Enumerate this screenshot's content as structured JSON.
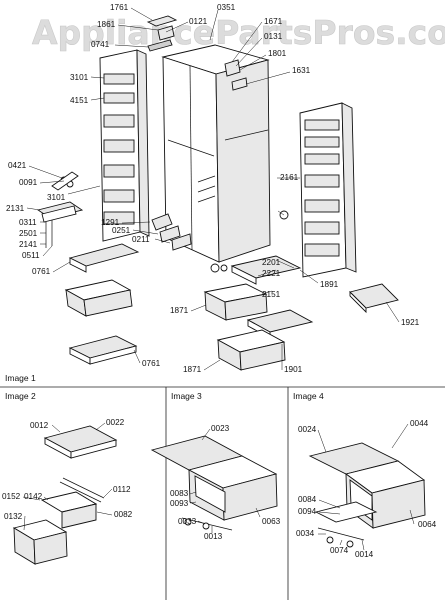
{
  "watermark": "AppliancePartsPros.com",
  "panels": {
    "image1": "Image 1",
    "image2": "Image 2",
    "image3": "Image 3",
    "image4": "Image 4"
  },
  "callouts": [
    "1761",
    "1861",
    "0741",
    "0121",
    "0351",
    "1671",
    "0131",
    "1801",
    "1631",
    "3101",
    "4151",
    "0421",
    "0091",
    "3101",
    "2131",
    "0311",
    "2501",
    "2141",
    "0511",
    "1291",
    "0251",
    "0211",
    "0761",
    "2161",
    "2201",
    "2221",
    "1891",
    "2151",
    "1871",
    "1921",
    "0761",
    "1871",
    "1901",
    "0012",
    "0022",
    "0112",
    "0152",
    "0142",
    "0132",
    "0082",
    "0023",
    "0083",
    "0093",
    "0033",
    "0013",
    "0063",
    "0024",
    "0044",
    "0084",
    "0094",
    "0034",
    "0074",
    "0014",
    "0064"
  ]
}
